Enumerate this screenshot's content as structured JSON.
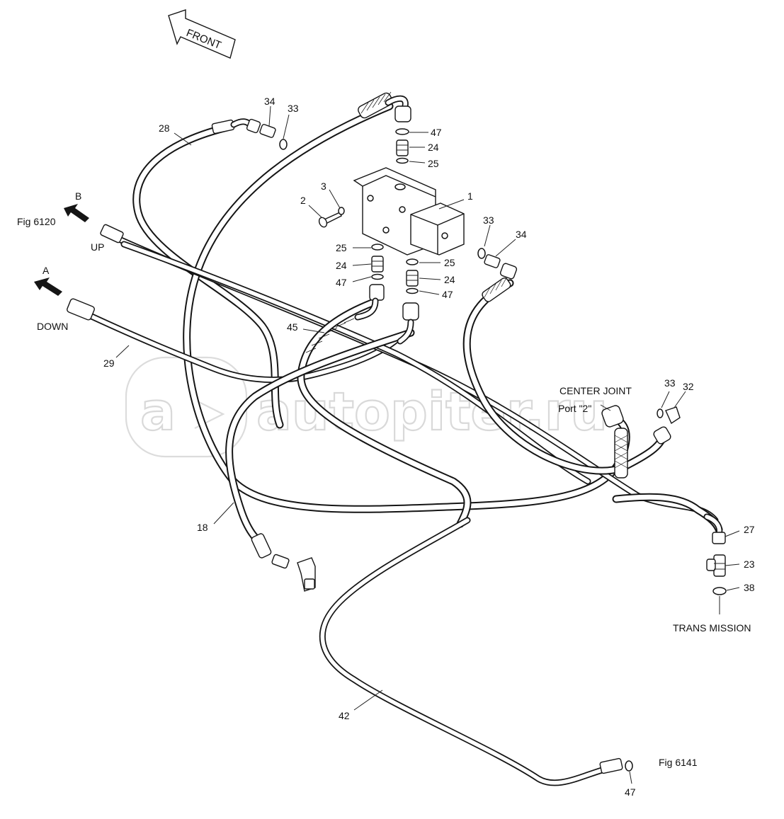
{
  "watermark": "autopiter.ru",
  "direction_labels": {
    "front": "FRONT",
    "up": "UP",
    "down": "DOWN",
    "a": "A",
    "b": "B",
    "fig_6120": "Fig 6120",
    "fig_6141": "Fig 6141",
    "center_joint": "CENTER JOINT",
    "port_2": "Port \"2\"",
    "trans_mission": "TRANS MISSION"
  },
  "callouts": {
    "c1": "1",
    "c2": "2",
    "c3": "3",
    "c18": "18",
    "c23": "23",
    "c24a": "24",
    "c24b": "24",
    "c24c": "24",
    "c25a": "25",
    "c25b": "25",
    "c25c": "25",
    "c27": "27",
    "c28": "28",
    "c29": "29",
    "c32": "32",
    "c33a": "33",
    "c33b": "33",
    "c33c": "33",
    "c34a": "34",
    "c34b": "34",
    "c38": "38",
    "c42": "42",
    "c45": "45",
    "c47a": "47",
    "c47b": "47",
    "c47c": "47",
    "c47d": "47"
  }
}
